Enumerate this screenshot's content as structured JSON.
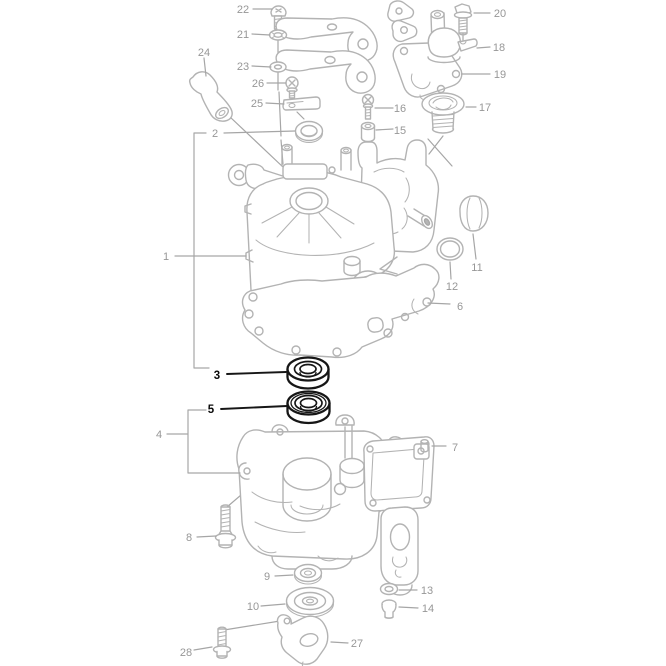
{
  "diagram": {
    "kind": "exploded-parts-diagram",
    "background": "#ffffff",
    "colors": {
      "part_line": "#b3b3b3",
      "label_text": "#979797",
      "highlight": "#161616"
    },
    "highlighted_callouts": [
      "3",
      "5"
    ],
    "callouts": [
      {
        "num": "1",
        "highlighted": false
      },
      {
        "num": "2",
        "highlighted": false
      },
      {
        "num": "3",
        "highlighted": true
      },
      {
        "num": "4",
        "highlighted": false
      },
      {
        "num": "5",
        "highlighted": true
      },
      {
        "num": "6",
        "highlighted": false
      },
      {
        "num": "7",
        "highlighted": false
      },
      {
        "num": "8",
        "highlighted": false
      },
      {
        "num": "9",
        "highlighted": false
      },
      {
        "num": "10",
        "highlighted": false
      },
      {
        "num": "11",
        "highlighted": false
      },
      {
        "num": "12",
        "highlighted": false
      },
      {
        "num": "13",
        "highlighted": false
      },
      {
        "num": "14",
        "highlighted": false
      },
      {
        "num": "15",
        "highlighted": false
      },
      {
        "num": "16",
        "highlighted": false
      },
      {
        "num": "17",
        "highlighted": false
      },
      {
        "num": "18",
        "highlighted": false
      },
      {
        "num": "19",
        "highlighted": false
      },
      {
        "num": "20",
        "highlighted": false
      },
      {
        "num": "21",
        "highlighted": false
      },
      {
        "num": "22",
        "highlighted": false
      },
      {
        "num": "23",
        "highlighted": false
      },
      {
        "num": "24",
        "highlighted": false
      },
      {
        "num": "25",
        "highlighted": false
      },
      {
        "num": "26",
        "highlighted": false
      },
      {
        "num": "27",
        "highlighted": false
      },
      {
        "num": "28",
        "highlighted": false
      }
    ]
  }
}
